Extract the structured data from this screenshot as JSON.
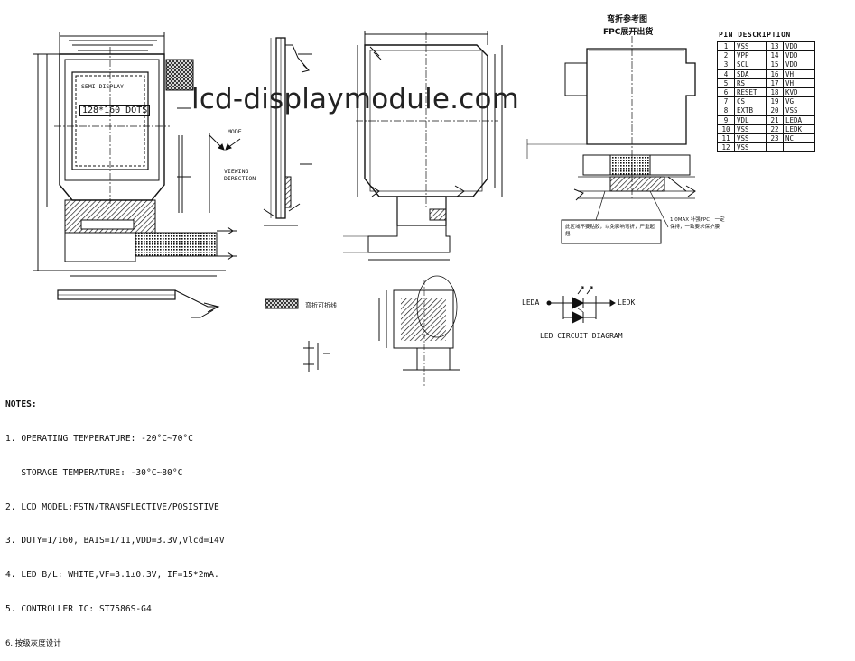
{
  "watermark": "lcd-displaymodule.com",
  "lcd_screen_text": "128*160 DOTS",
  "lcd_model_label": "SEMI DISPLAY",
  "fpc_title_line1": "弯折参考图",
  "fpc_title_line2": "FPC展开出货",
  "viewing_label_1": "VIEWING DIRECTION",
  "viewing_label_2": "MODE",
  "fpc_note_box": "此区域不要贴胶，以免影响弯折，严重起翘",
  "fpc_note_right": "1.0MAX 补强FPC，一定保持，一致要求保护膜",
  "fold_label": "弯折可折线",
  "pin_description": {
    "title": "PIN DESCRIPTION",
    "rows": [
      [
        "1",
        "VSS",
        "13",
        "VDD"
      ],
      [
        "2",
        "VPP",
        "14",
        "VDD"
      ],
      [
        "3",
        "SCL",
        "15",
        "VDD"
      ],
      [
        "4",
        "SDA",
        "16",
        "VH"
      ],
      [
        "5",
        "RS",
        "17",
        "VH"
      ],
      [
        "6",
        "RESET",
        "18",
        "KVD"
      ],
      [
        "7",
        "CS",
        "19",
        "VG"
      ],
      [
        "8",
        "EXTB",
        "20",
        "VSS"
      ],
      [
        "9",
        "VDL",
        "21",
        "LEDA"
      ],
      [
        "10",
        "VSS",
        "22",
        "LEDK"
      ],
      [
        "11",
        "VSS",
        "23",
        "NC"
      ],
      [
        "12",
        "VSS",
        "",
        ""
      ]
    ]
  },
  "led_circuit": {
    "leda": "LEDA",
    "ledk": "LEDK",
    "caption": "LED CIRCUIT DIAGRAM"
  },
  "notes": {
    "title": "NOTES:",
    "lines": [
      "1. OPERATING TEMPERATURE: -20°C~70°C",
      "   STORAGE TEMPERATURE: -30°C~80°C",
      "2. LCD MODEL:FSTN/TRANSFLECTIVE/POSISTIVE",
      "3. DUTY=1/160, BAIS=1/11,VDD=3.3V,Vlcd=14V",
      "4. LED B/L: WHITE,VF=3.1±0.3V, IF=15*2mA.",
      "5. CONTROLLER IC: ST7586S-G4",
      "6. 按级灰度设计"
    ]
  }
}
